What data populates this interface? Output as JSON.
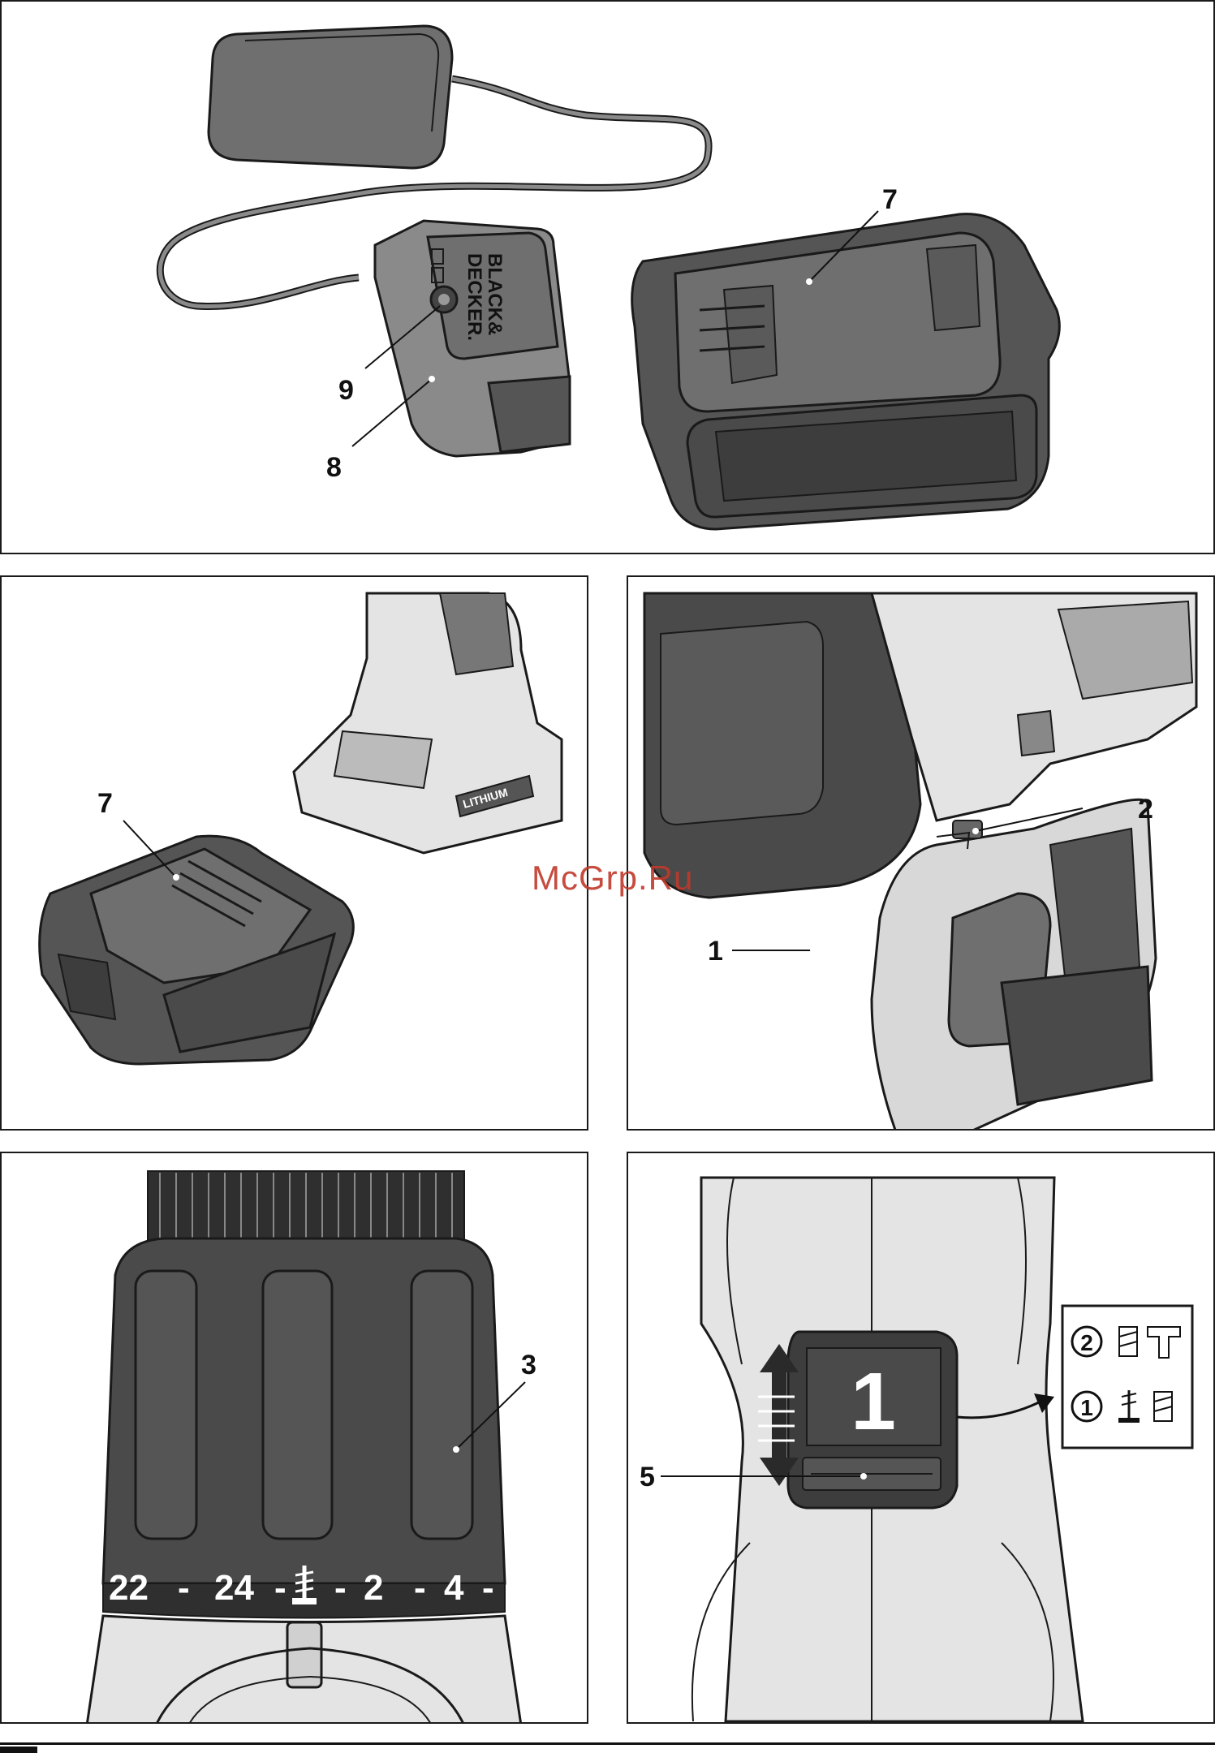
{
  "panels": {
    "charger_battery": {
      "labels": {
        "battery": "7",
        "indicator": "9",
        "charger": "8"
      },
      "brand_line1": "BLACK&",
      "brand_line2": "DECKER."
    },
    "battery_install": {
      "labels": {
        "battery": "7"
      },
      "tool_badge": "LITHIUM"
    },
    "trigger_detail": {
      "labels": {
        "switch": "2",
        "trigger": "1"
      }
    },
    "torque_collar": {
      "labels": {
        "collar": "3"
      },
      "scale": [
        "22",
        "-",
        "24",
        "-",
        "-",
        "2",
        "-",
        "4",
        "-"
      ]
    },
    "gear_selector": {
      "labels": {
        "selector": "5"
      },
      "selector_value": "1",
      "legend": [
        {
          "gear": "2"
        },
        {
          "gear": "1"
        }
      ]
    }
  },
  "watermark": "McGrp.Ru",
  "colors": {
    "dark": "#4a4a4a",
    "mid": "#6f6f6f",
    "light": "#e4e4e4",
    "outline": "#1a1a1a",
    "watermark": "#c0392b"
  }
}
